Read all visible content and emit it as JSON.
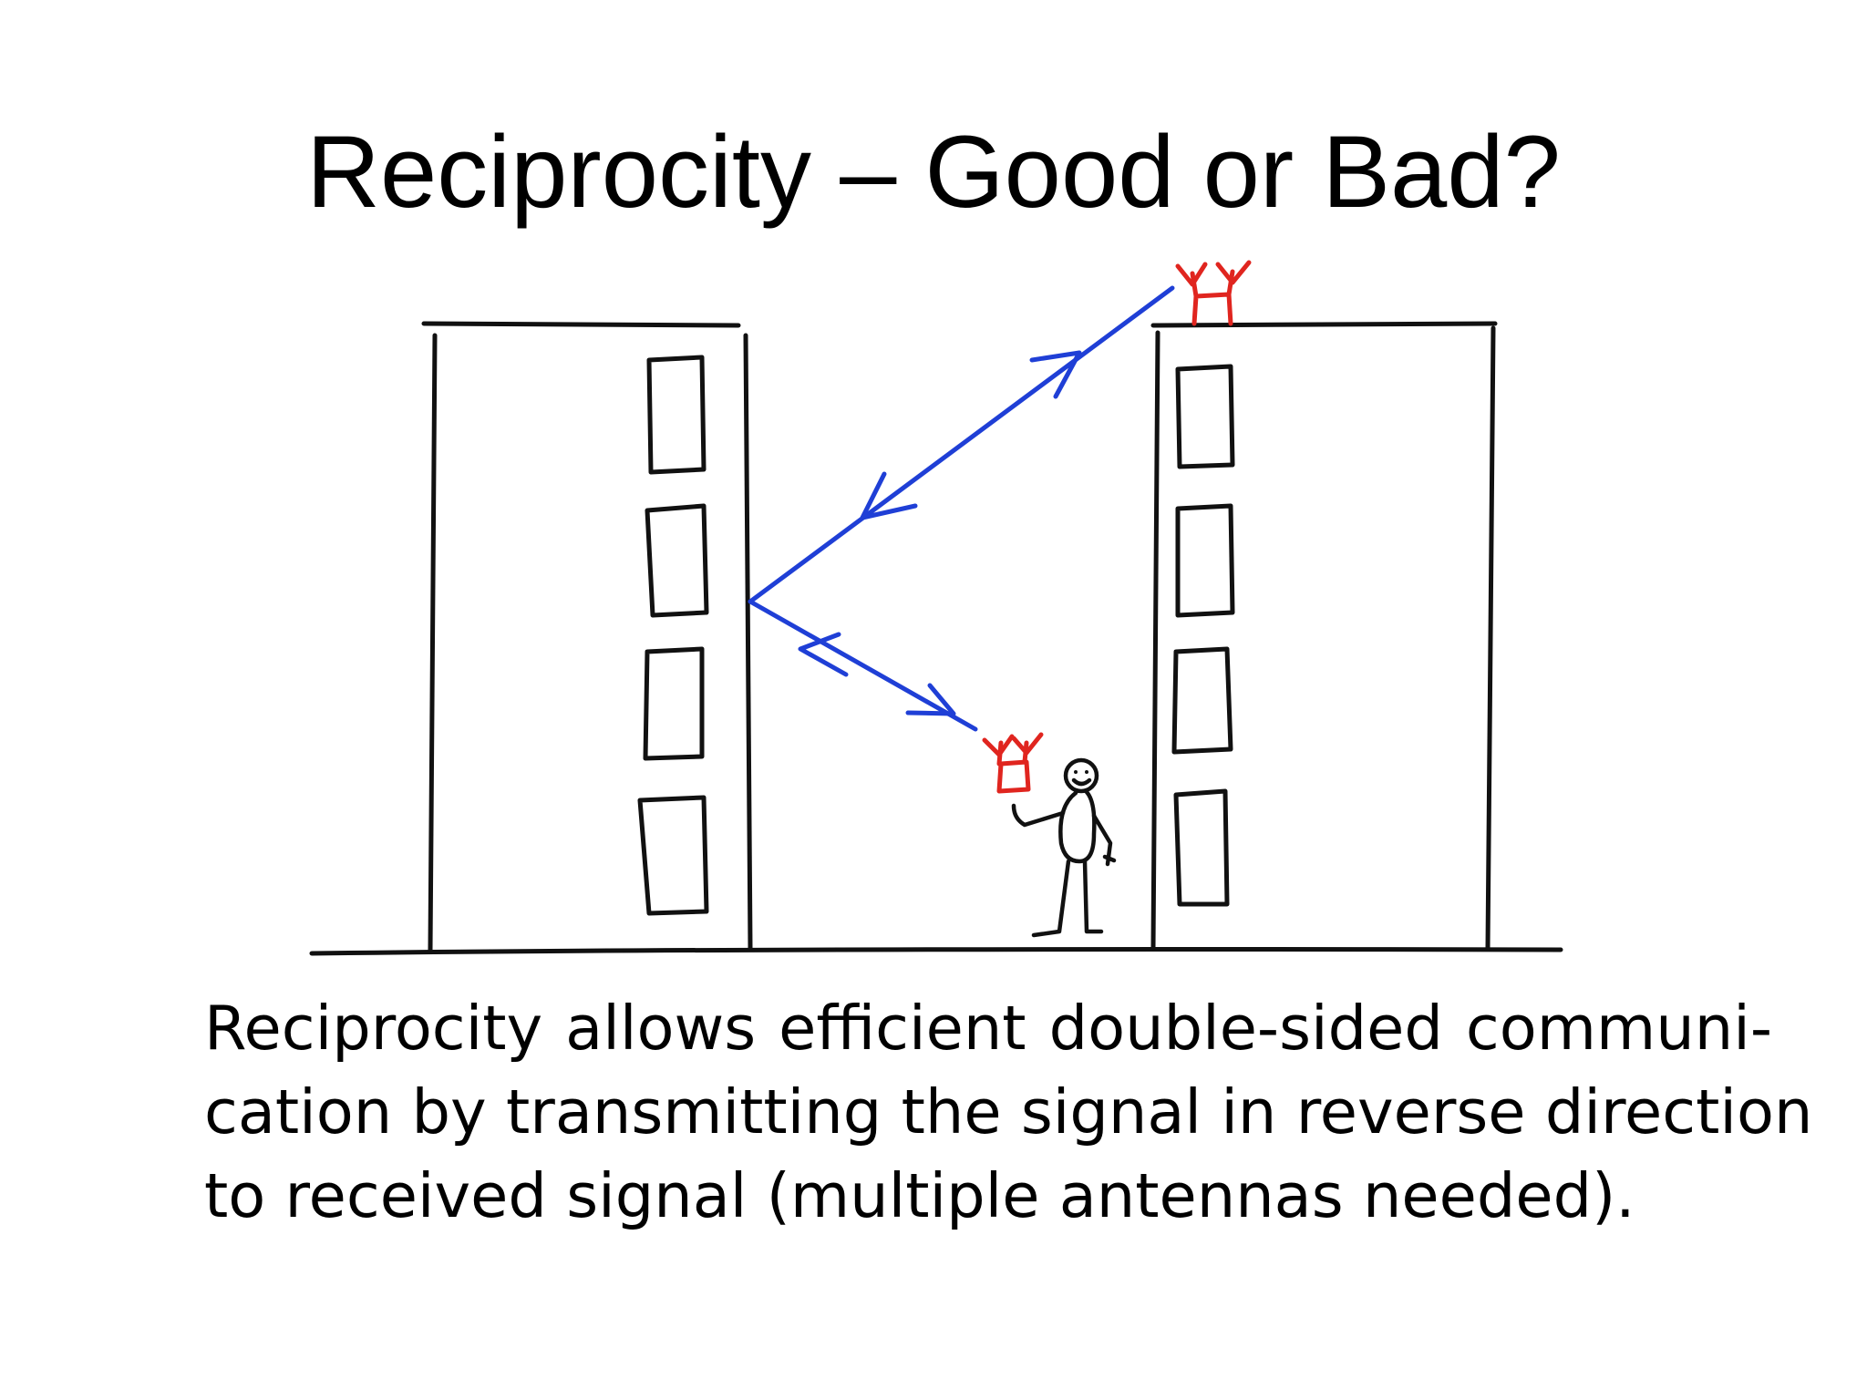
{
  "slide": {
    "title": "Reciprocity – Good or Bad?",
    "caption_lines": [
      "Reciprocity allows efficient double-sided communi-",
      "cation by transmitting the signal in reverse direction",
      "to received signal (multiple antennas needed)."
    ]
  },
  "diagram": {
    "colors": {
      "ink": "#111111",
      "signal_path": "#1f3fd6",
      "antenna": "#e0251f"
    },
    "elements": [
      "left-building",
      "right-building",
      "ground-line",
      "rooftop-antenna",
      "handheld-antenna",
      "person",
      "signal-path"
    ]
  }
}
